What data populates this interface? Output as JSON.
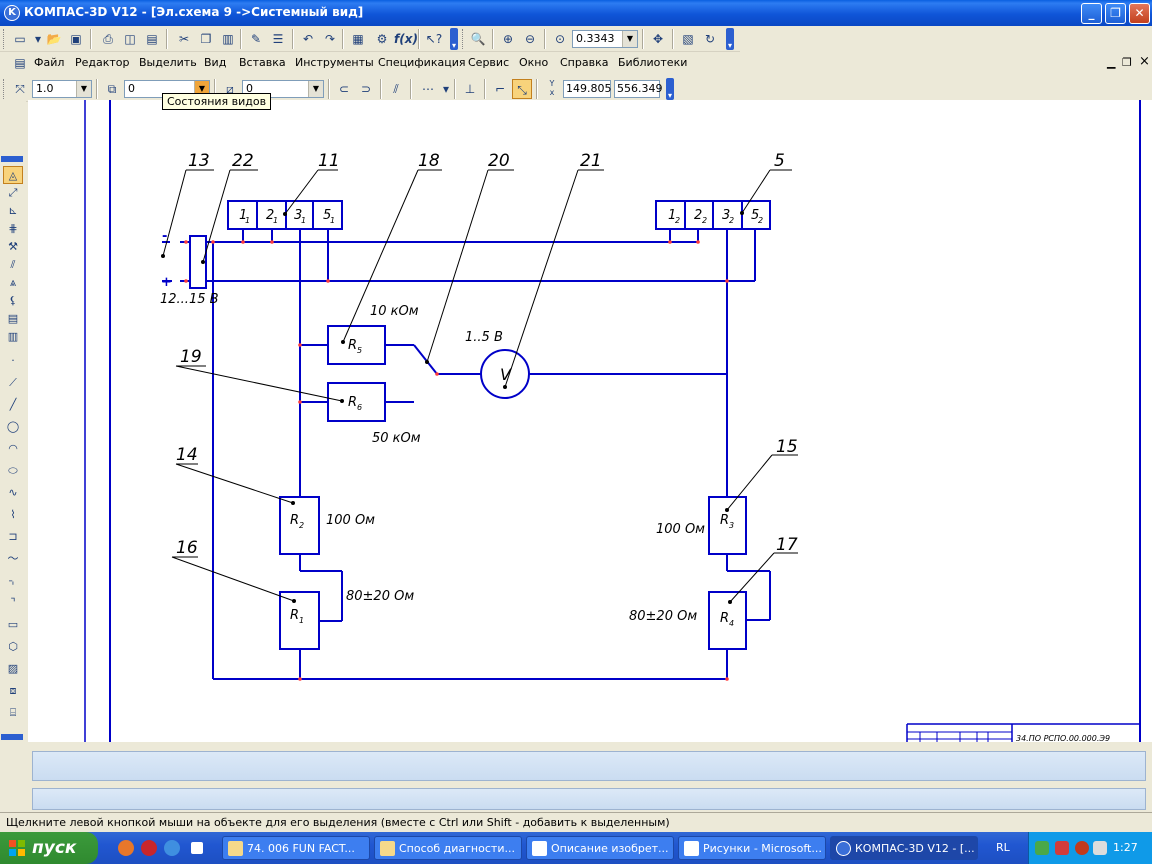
{
  "window": {
    "title": "КОМПАС-3D V12 - [Эл.схема 9 ->Системный вид]",
    "controls": {
      "minimize": "_",
      "maximize": "❐",
      "close": "✕"
    },
    "doc_controls": {
      "minimize": "▁",
      "restore": "❐",
      "close": "×"
    }
  },
  "toolbar_main": {
    "zoom_value": "0.3343",
    "formula_label": "f(x)"
  },
  "menu": {
    "items": [
      "Файл",
      "Редактор",
      "Выделить",
      "Вид",
      "Вставка",
      "Инструменты",
      "Спецификация",
      "Сервис",
      "Окно",
      "Справка",
      "Библиотеки"
    ]
  },
  "toolbar_props": {
    "scale_value": "1.0",
    "view_state_value": "0",
    "layer_value": "0",
    "coord_label": "Y\nx",
    "coord_x": "149.805",
    "coord_y": "556.349"
  },
  "tooltip": {
    "text": "Состояния видов"
  },
  "schematic": {
    "callouts": [
      "13",
      "22",
      "11",
      "18",
      "20",
      "21",
      "5",
      "19",
      "14",
      "15",
      "16",
      "17"
    ],
    "connector_left": [
      "1",
      "2",
      "3",
      "5"
    ],
    "connector_left_sub": "1",
    "connector_right": [
      "1",
      "2",
      "3",
      "5"
    ],
    "connector_right_sub": "2",
    "supply_label": "12...15 В",
    "r5_label": "R",
    "r5_sub": "5",
    "r5_value": "10 кОм",
    "r6_label": "R",
    "r6_sub": "6",
    "r6_value": "50 кОм",
    "voltmeter_label": "V",
    "voltmeter_range": "1..5 В",
    "r2_label": "R",
    "r2_sub": "2",
    "r2_value": "100 Ом",
    "r1_label": "R",
    "r1_sub": "1",
    "r1_value": "80±20 Ом",
    "r3_label": "R",
    "r3_sub": "3",
    "r3_value": "100  Ом",
    "r4_label": "R",
    "r4_sub": "4",
    "r4_value": "80±20 Ом",
    "plus_sign": "+",
    "minus_sign": "-",
    "title_block_code": "34.ПО РСПО.00.000.Э9"
  },
  "status": {
    "hint": "Щелкните левой кнопкой мыши на объекте для его выделения (вместе с Ctrl или Shift - добавить к выделенным)"
  },
  "taskbar": {
    "start_label": "пуск",
    "tasks": [
      {
        "label": "74. 006 FUN FACT..."
      },
      {
        "label": "Способ диагности..."
      },
      {
        "label": "Описание изобрет..."
      },
      {
        "label": "Рисунки - Microsoft..."
      },
      {
        "label": "КОМПАС-3D V12 - [..."
      }
    ],
    "language": "RL",
    "clock": "1:27"
  },
  "colors": {
    "drawing_line": "#0000c8",
    "node_point": "#ff3c3c",
    "titlebar": "#0a5fe0",
    "taskbar": "#2157d1",
    "start_button": "#3c9a3c"
  }
}
